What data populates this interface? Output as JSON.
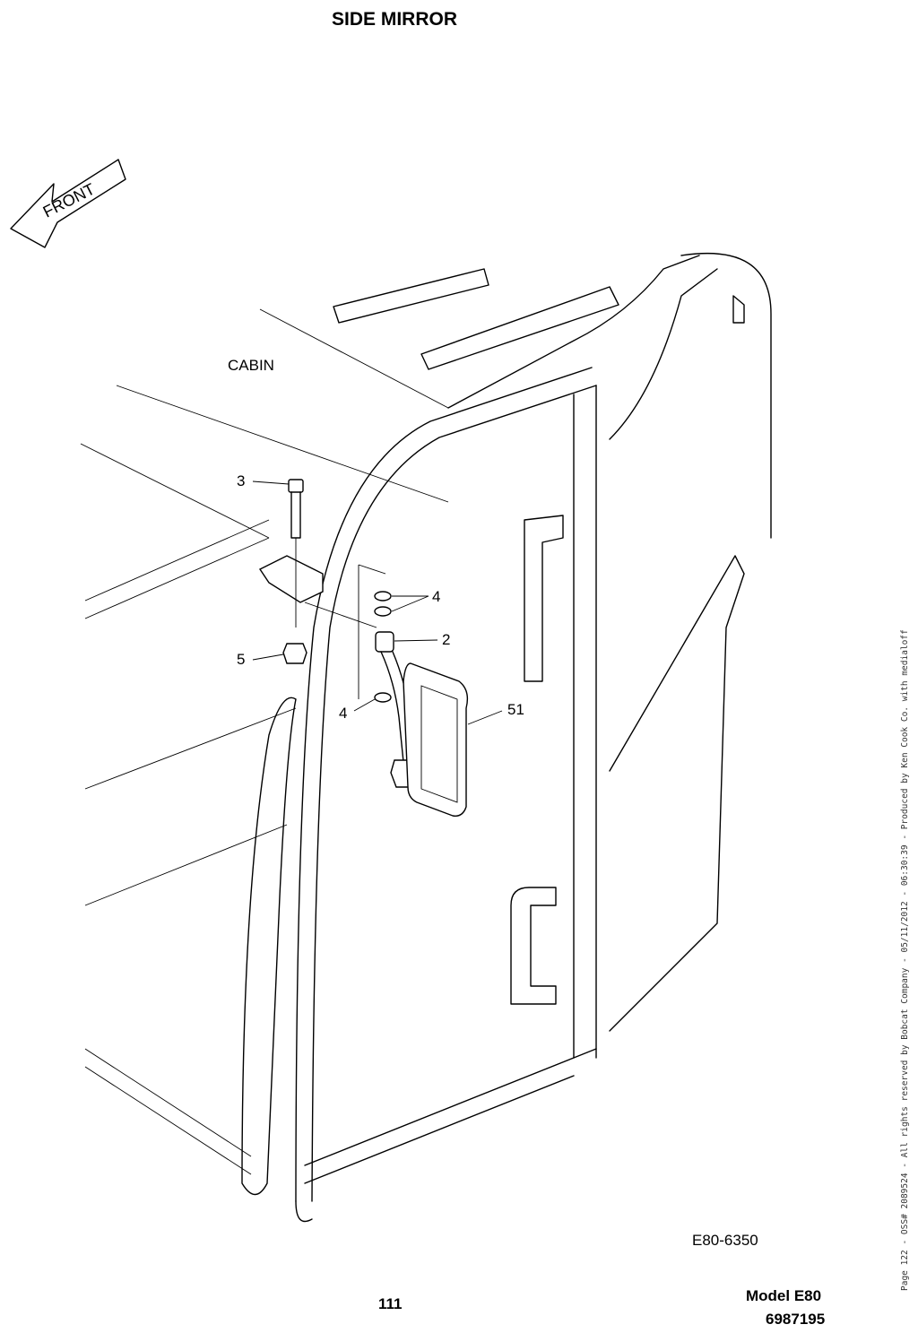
{
  "title": "SIDE MIRROR",
  "direction_label": "FRONT",
  "cabin_label": "CABIN",
  "callouts": {
    "bolt": "3",
    "nut": "5",
    "washers_top": "4",
    "washer_bottom": "4",
    "stay": "2",
    "mirror": "51"
  },
  "footer": {
    "diagram_code": "E80-6350",
    "page_number": "111",
    "model": "Model E80",
    "part_number": "6987195"
  },
  "side_note": "Page 122 - OSS# 2089524 - All rights reserved by Bobcat Company - 05/11/2012 - 06:30:39 - Produced by Ken Cook Co. with medialoff"
}
